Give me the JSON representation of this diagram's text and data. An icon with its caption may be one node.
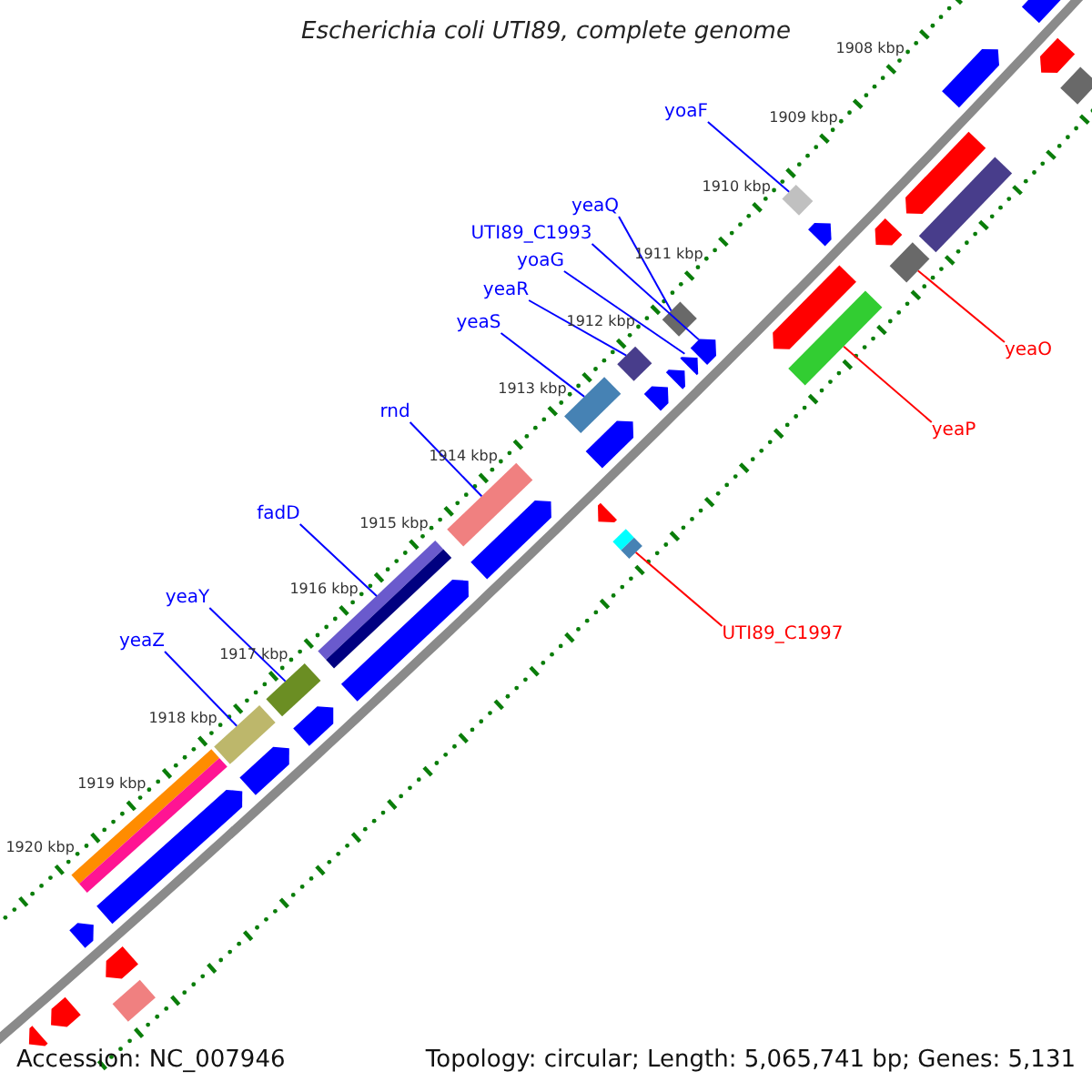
{
  "diagram": {
    "title": "Escherichia coli UTI89, complete genome",
    "nodes": [
      {
        "text": [
          "yoaF"
        ]
      },
      {
        "text": [
          "yeaQ"
        ]
      },
      {
        "text": [
          "UTI89_C1993"
        ]
      },
      {
        "text": [
          "yoaG"
        ]
      },
      {
        "text": [
          "yeaR"
        ]
      },
      {
        "text": [
          "yeaS"
        ]
      },
      {
        "text": [
          "yeaO"
        ]
      },
      {
        "text": [
          "rnd"
        ]
      },
      {
        "text": [
          "yeaP"
        ]
      },
      {
        "text": [
          "fadD"
        ]
      },
      {
        "text": [
          "yeaY"
        ]
      },
      {
        "text": [
          "UTI89_C1997"
        ]
      },
      {
        "text": [
          "yeaZ"
        ]
      },
      {
        "text": [],
        "shape": "diamond"
      },
      {
        "text": [],
        "shape": "diamond"
      },
      {
        "text": [],
        "shape": "pentagon"
      },
      {
        "text": [],
        "shape": "pentagon"
      },
      {
        "text": [],
        "shape": "diamond"
      },
      {
        "text": [],
        "shape": "box"
      },
      {
        "text": [],
        "shape": "diamond"
      },
      {
        "text": [],
        "shape": "box"
      },
      {
        "text": [],
        "shape": "box"
      },
      {
        "text": [],
        "shape": "box"
      },
      {
        "text": [],
        "shape": "box"
      },
      {
        "text": [],
        "shape": "box"
      },
      {
        "text": [],
        "shape": "box"
      },
      {
        "text": [],
        "shape": "box"
      },
      {
        "text": [],
        "shape": "pentagon"
      },
      {
        "text": [],
        "shape": "pentagon"
      },
      {
        "text": [],
        "shape": "pentagon"
      },
      {
        "text": [],
        "shape": "pentagon"
      },
      {
        "text": [],
        "shape": "pentagon"
      },
      {
        "text": [],
        "shape": "pentagon"
      },
      {
        "text": [],
        "shape": "pentagon"
      },
      {
        "text": [],
        "shape": "pentagon"
      },
      {
        "text": [],
        "shape": "pentagon"
      },
      {
        "text": [],
        "shape": "pentagon"
      },
      {
        "text": [],
        "shape": "pentagon"
      },
      {
        "text": [],
        "shape": "pentagon"
      },
      {
        "text": [],
        "shape": "pentagon"
      },
      {
        "text": [],
        "shape": "pentagon"
      },
      {
        "text": [],
        "shape": "pentagon"
      },
      {
        "text": [],
        "shape": "pentagon"
      },
      {
        "text": [],
        "shape": "pentagon"
      },
      {
        "text": [],
        "shape": "pentagon"
      },
      {
        "text": [],
        "shape": "pentagon"
      },
      {
        "text": [],
        "shape": "pentagon"
      },
      {
        "text": [],
        "shape": "box"
      },
      {
        "text": [],
        "shape": "diamond"
      },
      {
        "text": [],
        "shape": "box"
      }
    ],
    "edges": [
      {
        "from": 0,
        "to": 13,
        "arrow": "none"
      },
      {
        "from": 1,
        "to": 14,
        "arrow": "none"
      },
      {
        "from": 2,
        "to": 15,
        "arrow": "none"
      },
      {
        "from": 3,
        "to": 16,
        "arrow": "none"
      },
      {
        "from": 4,
        "to": 17,
        "arrow": "none"
      },
      {
        "from": 5,
        "to": 18,
        "arrow": "none"
      },
      {
        "from": 6,
        "to": 19,
        "arrow": "none",
        "color": "#ff0000"
      },
      {
        "from": 7,
        "to": 20,
        "arrow": "none"
      },
      {
        "from": 8,
        "to": 21,
        "arrow": "none",
        "color": "#ff0000"
      },
      {
        "from": 9,
        "to": 22,
        "arrow": "none"
      },
      {
        "from": 10,
        "to": 23,
        "arrow": "none"
      },
      {
        "from": 11,
        "to": 24,
        "arrow": "none",
        "color": "#ff0000"
      },
      {
        "from": 12,
        "to": 25,
        "arrow": "none"
      }
    ],
    "labels": [
      "1908 kbp",
      "1909 kbp",
      "1910 kbp",
      "1911 kbp",
      "1912 kbp",
      "1913 kbp",
      "1914 kbp",
      "1915 kbp",
      "1916 kbp",
      "1917 kbp",
      "1918 kbp",
      "1919 kbp",
      "1920 kbp",
      "Accession: NC_007946",
      "Topology: circular; Length: 5,065,741 bp; Genes: 5,131"
    ]
  }
}
